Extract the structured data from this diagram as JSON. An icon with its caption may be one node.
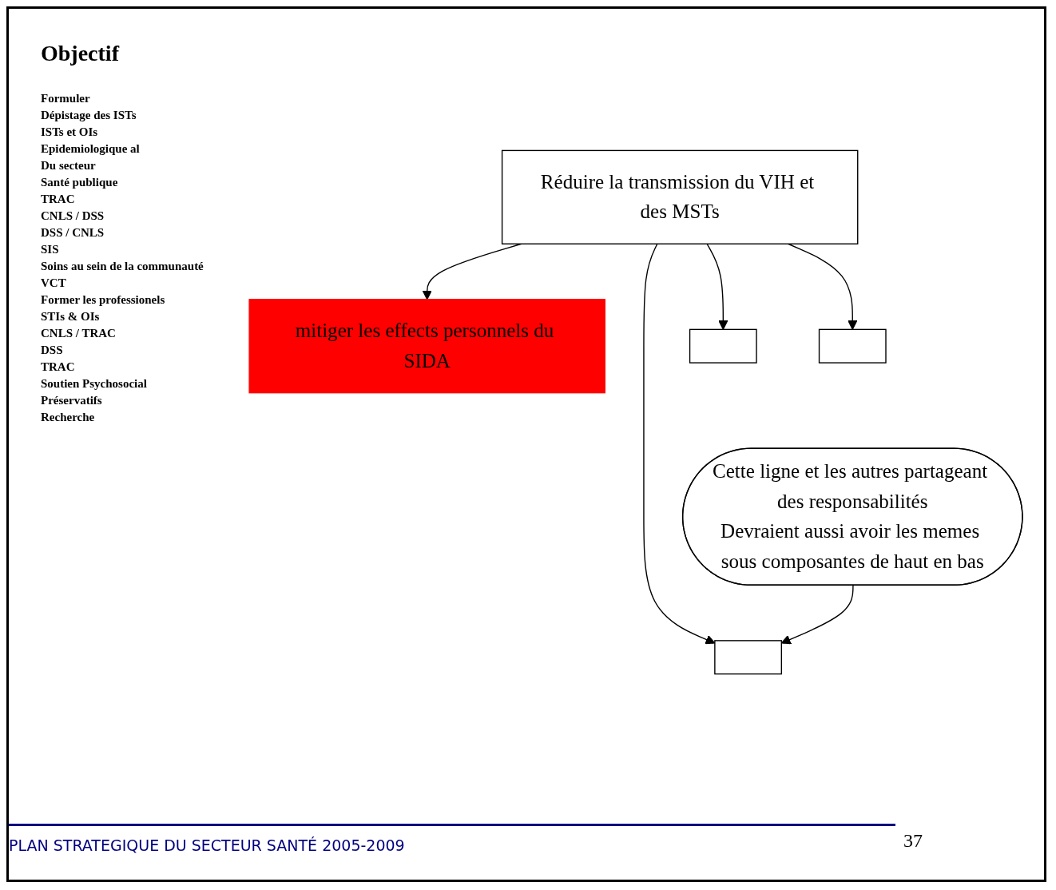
{
  "diagram": {
    "title": "Objectif",
    "nodes": [
      {
        "text": [
          "Réduire la transmission du VIH et des MSTs"
        ]
      },
      {
        "text": [
          "mitiger les effects personnels du SIDA"
        ]
      },
      {
        "text": [],
        "shape": "box"
      },
      {
        "text": [],
        "shape": "box"
      },
      {
        "text": [],
        "shape": "box"
      },
      {
        "text": [
          "Cette ligne et les autres partageant des responsabilités",
          "Devraient aussi avoir les memes sous composantes de haut en bas"
        ]
      }
    ],
    "edges": [
      {
        "from": 0,
        "to": 1,
        "arrow": "to"
      },
      {
        "from": 0,
        "to": 2,
        "arrow": "to"
      },
      {
        "from": 0,
        "to": 3,
        "arrow": "to"
      },
      {
        "from": 0,
        "to": 4,
        "arrow": "to"
      },
      {
        "from": 5,
        "to": 2,
        "arrow": "to"
      }
    ],
    "labels": [
      "Formuler",
      "Dépistage des ISTs",
      "ISTs et OIs",
      "Epidemiologique al",
      "Du secteur",
      "Santé publique",
      "TRAC",
      "CNLS / DSS",
      "DSS / CNLS",
      "SIS",
      "Soins au sein de la communauté",
      "VCT",
      "Former les professionels",
      "STIs & OIs",
      "CNLS / TRAC",
      "DSS",
      "TRAC",
      "Soutien Psychosocial",
      "Préservatifs",
      "Recherche",
      "37"
    ],
    "caption": "PLAN STRATEGIQUE DU SECTEUR SANTÉ  2005-2009"
  }
}
